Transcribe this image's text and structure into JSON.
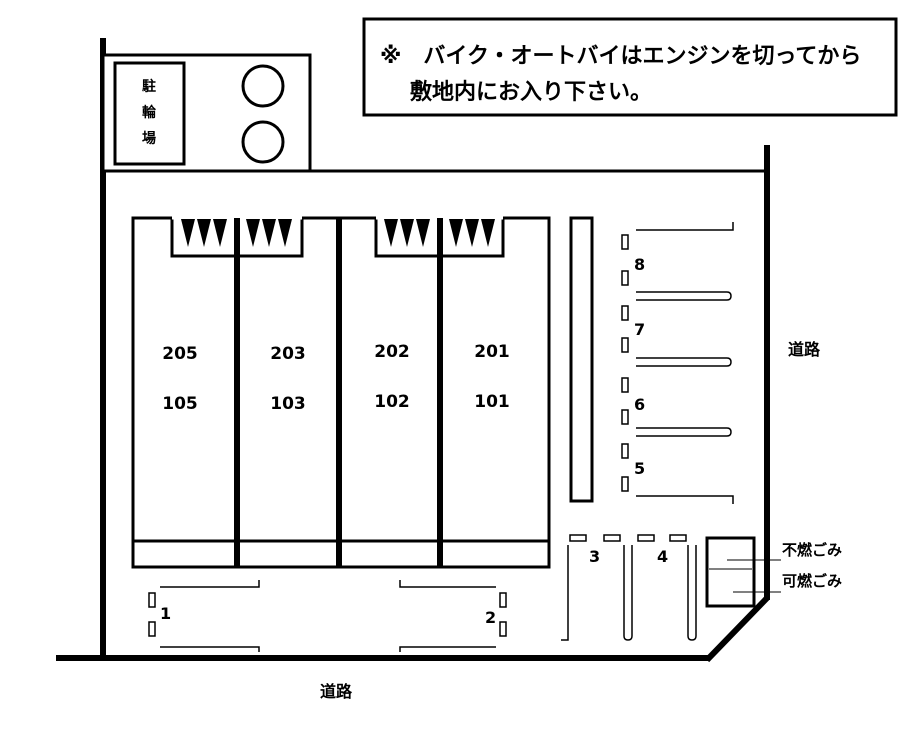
{
  "notice": {
    "line1": "※　バイク・オートバイはエンジンを切ってから",
    "line2": "敷地内にお入り下さい。"
  },
  "bicycle_parking": {
    "chars": [
      "駐",
      "輪",
      "場"
    ]
  },
  "units": {
    "col1": {
      "upper": "205",
      "lower": "105"
    },
    "col2": {
      "upper": "203",
      "lower": "103"
    },
    "col3": {
      "upper": "202",
      "lower": "102"
    },
    "col4": {
      "upper": "201",
      "lower": "101"
    }
  },
  "parking_spaces": {
    "s1": "1",
    "s2": "2",
    "s3": "3",
    "s4": "4",
    "s5": "5",
    "s6": "6",
    "s7": "7",
    "s8": "8"
  },
  "road_right": "道路",
  "road_bottom": "道路",
  "garbage": {
    "non_burnable": "不燃ごみ",
    "burnable": "可燃ごみ"
  }
}
